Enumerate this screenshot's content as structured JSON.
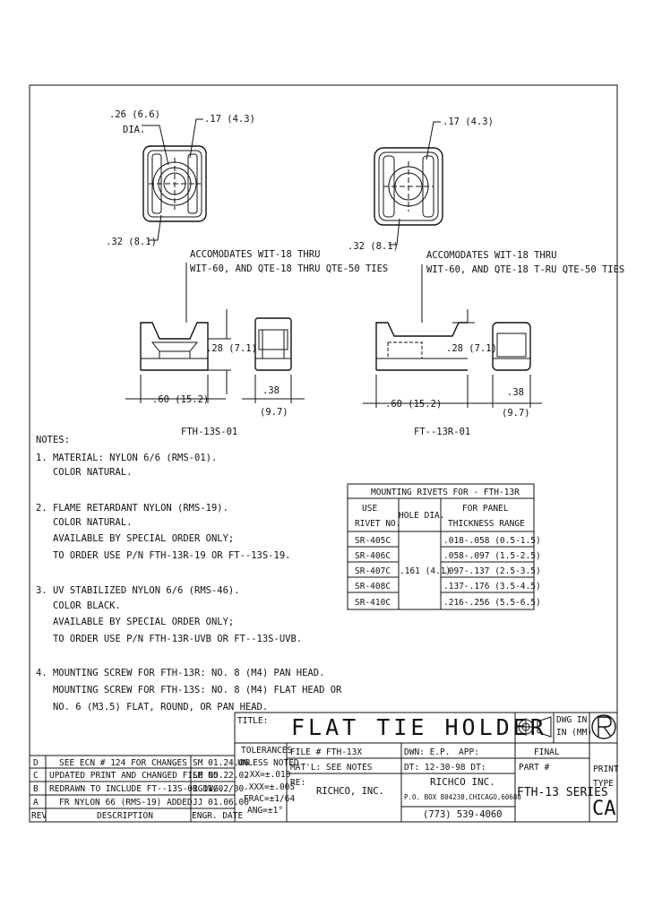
{
  "views": {
    "left": {
      "top_dim_dia": ".26 (6.6)",
      "top_dim_dia_2": "DIA.",
      "top_dim_right": ".17 (4.3)",
      "side_dim": ".32 (8.1)",
      "accommodates_1": "ACCOMODATES WIT-18 THRU",
      "accommodates_2": "WIT-60, AND QTE-18 THRU QTE-50 TIES",
      "height_dim": ".28 (7.1)",
      "width_dim": ".60 (15.2)",
      "depth_dim_1": ".38",
      "depth_dim_2": "(9.7)",
      "caption": "FTH-13S-01"
    },
    "right": {
      "top_dim_right": ".17 (4.3)",
      "side_dim": ".32 (8.1)",
      "accommodates_1": "ACCOMODATES WIT-18 THRU",
      "accommodates_2": "WIT-60, AND QTE-18 T-RU QTE-50 TIES",
      "height_dim": ".28 (7.1)",
      "width_dim": ".60 (15.2)",
      "depth_dim_1": ".38",
      "depth_dim_2": "(9.7)",
      "caption": "FT--13R-01"
    }
  },
  "notes": {
    "heading": "NOTES:",
    "lines": [
      "1. MATERIAL: NYLON 6/6 (RMS-01).",
      "   COLOR NATURAL.",
      "2. FLAME RETARDANT NYLON (RMS-19).",
      "   COLOR NATURAL.",
      "   AVAILABLE BY SPECIAL ORDER ONLY;",
      "   TO ORDER USE P/N FTH-13R-19 OR FT--13S-19.",
      "3. UV STABILIZED NYLON 6/6 (RMS-46).",
      "   COLOR BLACK.",
      "   AVAILABLE BY SPECIAL ORDER ONLY;",
      "   TO ORDER USE P/N FTH-13R-UVB OR FT--13S-UVB.",
      "4. MOUNTING SCREW FOR FTH-13R: NO. 8 (M4) PAN HEAD.",
      "   MOUNTING SCREW FOR FTH-13S: NO. 8 (M4) FLAT HEAD OR",
      "   NO. 6 (M3.5) FLAT, ROUND, OR PAN HEAD."
    ]
  },
  "rivet_table": {
    "title": "MOUNTING RIVETS FOR - FTH-13R",
    "col1_head_1": "USE",
    "col1_head_2": "RIVET NO.",
    "col2_head": "HOLE DIA.",
    "col3_head_1": "FOR PANEL",
    "col3_head_2": "THICKNESS RANGE",
    "hole_dia": ".161 (4.1)",
    "rows": [
      {
        "rivet": "SR-405C",
        "range": ".018-.058 (0.5-1.5)"
      },
      {
        "rivet": "SR-406C",
        "range": ".058-.097 (1.5-2.5)"
      },
      {
        "rivet": "SR-407C",
        "range": ".097-.137 (2.5-3.5)"
      },
      {
        "rivet": "SR-408C",
        "range": ".137-.176 (3.5-4.5)"
      },
      {
        "rivet": "SR-410C",
        "range": ".216-.256 (5.5-6.5)"
      }
    ]
  },
  "title_block": {
    "title_label": "TITLE:",
    "title": "FLAT TIE HOLDER",
    "dwg_in_1": "DWG IN",
    "dwg_in_2": "IN (MM)",
    "final": "FINAL",
    "tolerances": [
      "TOLERANCES",
      "UNLESS NOTED",
      ".XX=±.010",
      ".XXX=±.005",
      "FRAC=±1/64",
      "ANG=±1°"
    ],
    "file": "FILE #   FTH-13X",
    "dwn": "DWN: E.P.",
    "app": "APP:",
    "matl": "MAT'L:  SEE NOTES",
    "dt": "DT: 12-30-98 DT:",
    "re_label": "RE:",
    "re_value": "RICHCO, INC.",
    "company": "RICHCO INC.",
    "address": "P.O. BOX 804238,CHICAGO,60680",
    "phone": "(773) 539-4060",
    "part_label": "PART #",
    "part_value": "FTH-13 SERIES",
    "print_type_1": "PRINT",
    "print_type_2": "TYPE",
    "print_type_value": "CA"
  },
  "revisions": {
    "rows": [
      {
        "rev": "D",
        "desc": "SEE ECN # 124 FOR CHANGES",
        "date": "SM 01.24.06"
      },
      {
        "rev": "C",
        "desc": "UPDATED PRINT AND CHANGED FILE NO.",
        "date": "SM 05.22.02"
      },
      {
        "rev": "B",
        "desc": "REDRAWN TO INCLUDE FT--13S-01 DWG.",
        "date": "RG11/02/00"
      },
      {
        "rev": "A",
        "desc": "FR NYLON 66 (RMS-19) ADDED",
        "date": "JJ 01.06.00"
      }
    ],
    "head_rev": "REV",
    "head_desc": "DESCRIPTION",
    "head_date": "ENGR. DATE"
  }
}
